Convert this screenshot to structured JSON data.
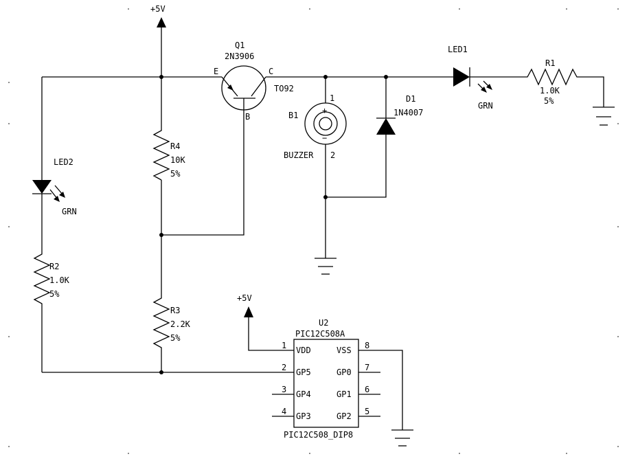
{
  "labels": {
    "vcc_top": "+5V",
    "vcc_mid": "+5V",
    "q1_ref": "Q1",
    "q1_part": "2N3906",
    "q1_e": "E",
    "q1_c": "C",
    "q1_b": "B",
    "q1_pkg": "TO92",
    "b1_ref": "B1",
    "b1_pin1": "1",
    "b1_plus": "+",
    "b1_minus": "−",
    "b1_name": "BUZZER",
    "b1_pin2": "2",
    "d1_ref": "D1",
    "d1_part": "1N4007",
    "led1_ref": "LED1",
    "led1_color": "GRN",
    "r1_ref": "R1",
    "r1_val": "1.0K",
    "r1_tol": "5%",
    "led2_ref": "LED2",
    "led2_color": "GRN",
    "r2_ref": "R2",
    "r2_val": "1.0K",
    "r2_tol": "5%",
    "r4_ref": "R4",
    "r4_val": "10K",
    "r4_tol": "5%",
    "r3_ref": "R3",
    "r3_val": "2.2K",
    "r3_tol": "5%",
    "u2_ref": "U2",
    "u2_part": "PIC12C508A",
    "u2_pkg": "PIC12C508_DIP8",
    "u2_pins": [
      {
        "num": "1",
        "name": "VDD"
      },
      {
        "num": "2",
        "name": "GP5"
      },
      {
        "num": "3",
        "name": "GP4"
      },
      {
        "num": "4",
        "name": "GP3"
      },
      {
        "num": "8",
        "name": "VSS"
      },
      {
        "num": "7",
        "name": "GP0"
      },
      {
        "num": "6",
        "name": "GP1"
      },
      {
        "num": "5",
        "name": "GP2"
      }
    ]
  }
}
